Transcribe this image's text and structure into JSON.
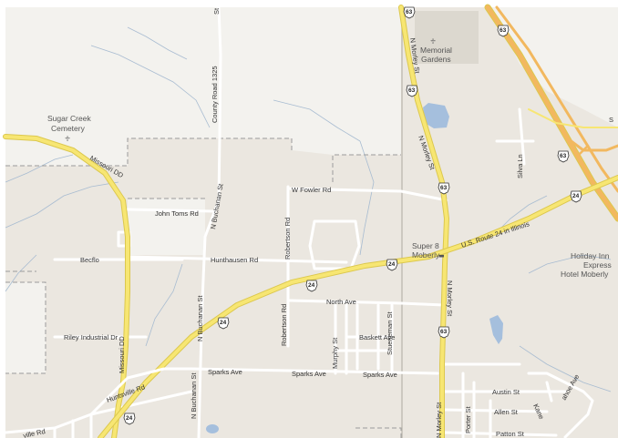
{
  "map": {
    "colors": {
      "land": "#ebe7e0",
      "open_land": "#f3f2ee",
      "water": "#a5bfdd",
      "highway": "#f7e673",
      "highway_edge": "#dcc84e",
      "interstate": "#f2b85f",
      "road": "#ffffff",
      "boundary": "#9b9b9b"
    },
    "pois": {
      "sugar_creek_line1": "Sugar Creek",
      "sugar_creek_line2": "Cemetery",
      "memorial_line1": "Memorial",
      "memorial_line2": "Gardens",
      "super8_line1": "Super 8",
      "super8_line2": "Moberly",
      "holiday_line1": "Holiday Inn",
      "holiday_line2": "Express",
      "hotel_moberly": "Hotel Moberly"
    },
    "roads": {
      "missouri_dd_top": "Missouri DD",
      "missouri_dd_bottom": "Missouri DD",
      "county_road": "County Road 1325",
      "n_buchanan_1": "N Buchanan St",
      "n_buchanan_2": "N Buchanan St",
      "n_buchanan_3": "N Buchanan St",
      "john_toms": "John Toms Rd",
      "w_fowler": "W Fowler Rd",
      "robertson_1": "Robertson Rd",
      "robertson_2": "Robertson Rd",
      "hunthausen": "Hunthausen Rd",
      "becflo": "Becflo",
      "riley": "Riley Industrial Dr",
      "north_ave": "North Ave",
      "baskett": "Baskett Ave",
      "murphy": "Murphy St",
      "stueneman": "Stueneman St",
      "sparks_1": "Sparks Ave",
      "sparks_2": "Sparks Ave",
      "sparks_3": "Sparks Ave",
      "huntsville": "Huntsville Rd",
      "ville_rd": "ville Rd",
      "us24": "U.S. Route 24 in Illinois",
      "n_morley_1": "N Morley St",
      "n_morley_2": "N Morley St",
      "n_morley_3": "N Morley St",
      "n_morley_4": "N Morley St",
      "silva": "Silva Ln",
      "austin": "Austin St",
      "allen": "Allen St",
      "porter": "Porter St",
      "patton": "Patton St",
      "kanes": "Kane",
      "ahoe": "ahoe Ave",
      "st_top": "St",
      "s_edge": "S"
    },
    "shields": {
      "us63_top": "63",
      "us63_top_right": "63",
      "us63_mid": "63",
      "us63_right": "63",
      "us63_center": "63",
      "us63_low": "63",
      "us24_right": "24",
      "us24_center": "24",
      "us24_left": "24",
      "us24_left_mid": "24",
      "us24_bottom": "24"
    },
    "icons": {
      "cemetery": "cemetery-cross-icon",
      "lodging": "bed-icon"
    }
  }
}
